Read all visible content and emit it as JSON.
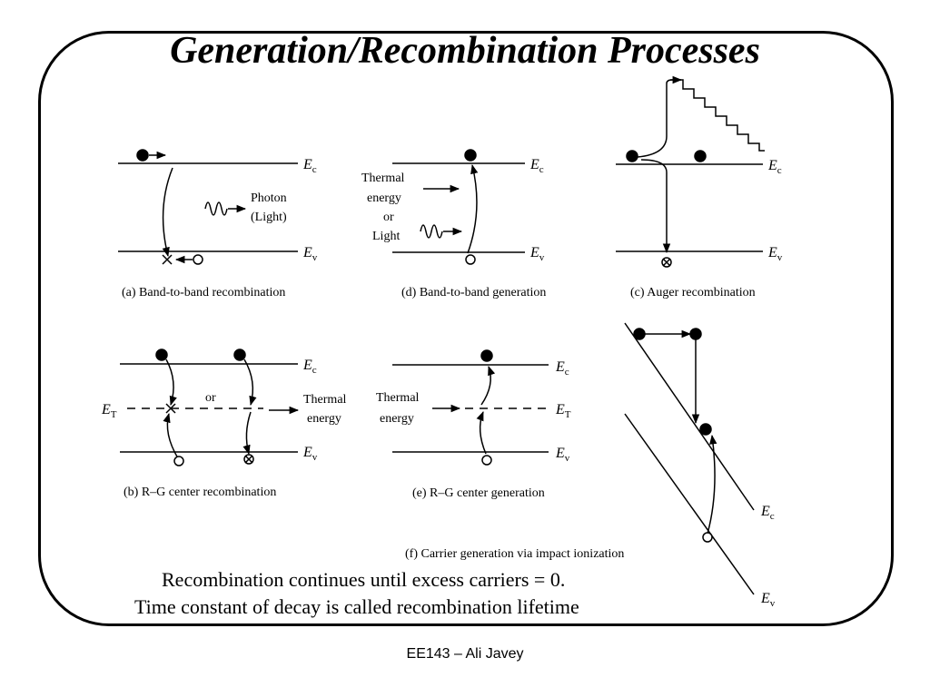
{
  "title": "Generation/Recombination Processes",
  "labels": {
    "ec": "E",
    "ev": "E",
    "et": "E",
    "sub_c": "c",
    "sub_v": "v",
    "sub_t": "T"
  },
  "panels": {
    "a": {
      "caption": "(a) Band-to-band recombination",
      "photon_line1": "Photon",
      "photon_line2": "(Light)"
    },
    "d": {
      "caption": "(d) Band-to-band generation",
      "thermal1": "Thermal",
      "thermal2": "energy",
      "thermal3": "or",
      "thermal4": "Light"
    },
    "c": {
      "caption": "(c) Auger recombination"
    },
    "b": {
      "caption": "(b) R–G center recombination",
      "or": "or",
      "thermal1": "Thermal",
      "thermal2": "energy"
    },
    "e": {
      "caption": "(e) R–G center generation",
      "thermal1": "Thermal",
      "thermal2": "energy"
    },
    "f": {
      "caption": "(f) Carrier generation via impact ionization"
    }
  },
  "notes": {
    "line1": "Recombination continues until excess carriers = 0.",
    "line2": "Time constant of decay is called recombination lifetime"
  },
  "footer": "EE143 – Ali Javey"
}
